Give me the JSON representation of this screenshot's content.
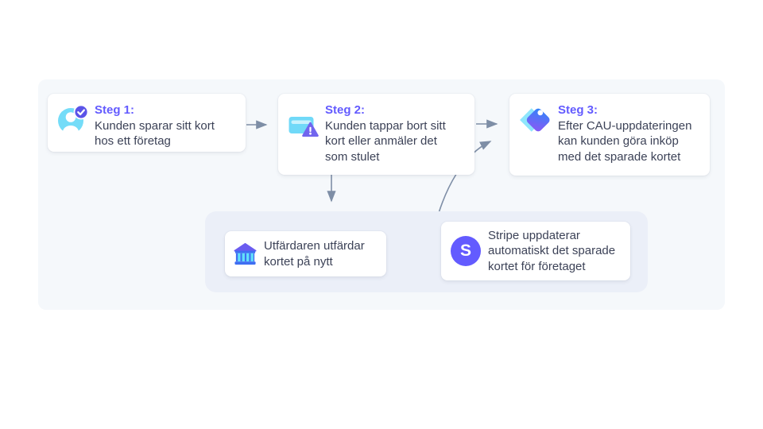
{
  "colors": {
    "accent_purple": "#635bff",
    "body_text": "#3c4257",
    "icon_cyan": "#6fd9f8",
    "icon_blue": "#3e6ef2",
    "icon_indigo": "#6b5cf0",
    "arrow_slate": "#7e8ea6",
    "container_bg": "#f5f8fb",
    "inner_container_bg": "#ebeff8",
    "stripe_brand": "#635bff"
  },
  "diagram": {
    "steps": [
      {
        "title": "Steg 1:",
        "text": "Kunden sparar sitt kort\nhos ett företag",
        "icon": "customer-check-icon"
      },
      {
        "title": "Steg 2:",
        "text": "Kunden tappar bort sitt\nkort eller anmäler det\nsom stulet",
        "icon": "card-alert-icon"
      },
      {
        "title": "Steg 3:",
        "text": "Efter CAU-uppdateringen\nkan kunden göra inköp\nmed det sparade kortet",
        "icon": "price-tag-icon"
      }
    ],
    "process": [
      {
        "text": "Utfärdaren utfärdar\nkortet på nytt",
        "icon": "bank-icon"
      },
      {
        "text": "Stripe uppdaterar\nautomatiskt det sparade\nkortet för företaget",
        "icon": "stripe-logo-icon",
        "logo_letter": "S"
      }
    ]
  }
}
